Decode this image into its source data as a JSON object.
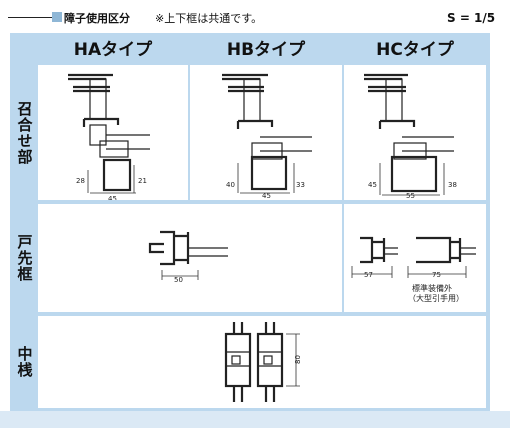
{
  "header": {
    "title": "障子使用区分",
    "note": "※上下框は共通です。",
    "scale": "S = 1/5"
  },
  "table": {
    "columns": [
      "HAタイプ",
      "HBタイプ",
      "HCタイプ"
    ],
    "rows": [
      "召合せ部",
      "戸先框",
      "中桟"
    ]
  },
  "notes": {
    "hc_stile_line1": "標準装備外",
    "hc_stile_line2": "（大型引手用）"
  }
}
